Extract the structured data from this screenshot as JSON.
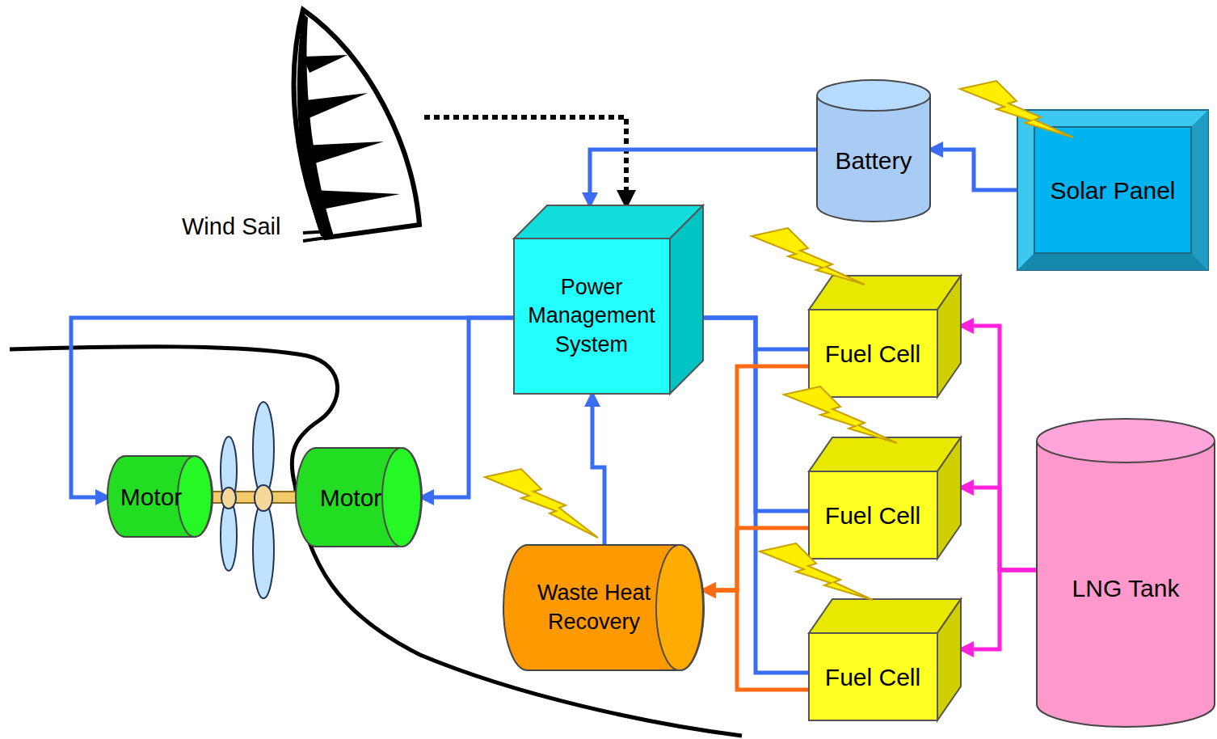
{
  "diagram": {
    "nodes": [
      {
        "text": [
          "Wind Sail"
        ]
      },
      {
        "text": [
          "Battery"
        ]
      },
      {
        "text": [
          "Solar Panel"
        ]
      },
      {
        "text": [
          "Power Management System"
        ]
      },
      {
        "text": [
          "Fuel Cell"
        ]
      },
      {
        "text": [
          "Fuel Cell"
        ]
      },
      {
        "text": [
          "Fuel Cell"
        ]
      },
      {
        "text": [
          "Motor"
        ]
      },
      {
        "text": [
          "Motor"
        ]
      },
      {
        "text": [
          "Waste Heat Recovery"
        ]
      },
      {
        "text": [
          "LNG Tank"
        ]
      }
    ],
    "edges": [
      {
        "from": 0,
        "to": 3,
        "arrow": "to"
      },
      {
        "from": 2,
        "to": 1,
        "arrow": "to"
      },
      {
        "from": 1,
        "to": 3,
        "arrow": "to"
      },
      {
        "from": 4,
        "to": 3,
        "arrow": "to"
      },
      {
        "from": 5,
        "to": 3,
        "arrow": "to"
      },
      {
        "from": 6,
        "to": 3,
        "arrow": "to"
      },
      {
        "from": 3,
        "to": 7,
        "arrow": "to"
      },
      {
        "from": 3,
        "to": 8,
        "arrow": "to"
      },
      {
        "from": 4,
        "to": 9,
        "arrow": "to"
      },
      {
        "from": 5,
        "to": 9,
        "arrow": "to"
      },
      {
        "from": 6,
        "to": 9,
        "arrow": "to"
      },
      {
        "from": 9,
        "to": 3,
        "arrow": "to"
      },
      {
        "from": 10,
        "to": 4,
        "arrow": "to"
      },
      {
        "from": 10,
        "to": 5,
        "arrow": "to"
      },
      {
        "from": 10,
        "to": 6,
        "arrow": "to"
      }
    ]
  }
}
